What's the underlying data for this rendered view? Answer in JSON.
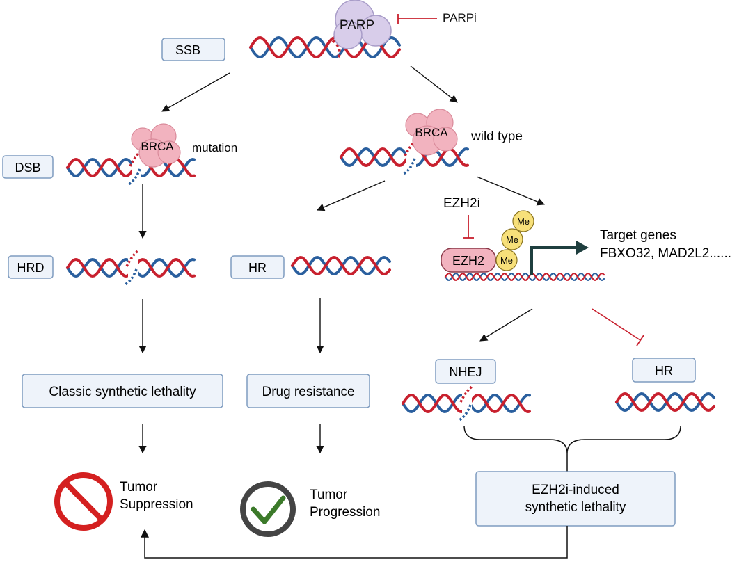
{
  "labels": {
    "parp": "PARP",
    "parpi": "PARPi",
    "ssb": "SSB",
    "dsb": "DSB",
    "brca_left": "BRCA",
    "mutation": "mutation",
    "brca_right": "BRCA",
    "wild_type": "wild type",
    "hrd": "HRD",
    "hr_mid": "HR",
    "ezh2i": "EZH2i",
    "ezh2": "EZH2",
    "me": "Me",
    "target_genes": "Target genes",
    "gene_list": "FBXO32, MAD2L2......",
    "classic_sl": "Classic synthetic lethality",
    "drug_resistance": "Drug resistance",
    "nhej": "NHEJ",
    "hr_right": "HR",
    "ezh2i_sl_line1": "EZH2i-induced",
    "ezh2i_sl_line2": "synthetic lethality",
    "tumor_suppression_line1": "Tumor",
    "tumor_suppression_line2": "Suppression",
    "tumor_progression_line1": "Tumor",
    "tumor_progression_line2": "Progression"
  },
  "colors": {
    "strand_red": "#c8202e",
    "strand_blue": "#2a5f9e",
    "box_fill": "#eef3fa",
    "box_stroke": "#7f9cc0",
    "parp_fill": "#d8cdea",
    "brca_fill": "#f2b3bf",
    "me_fill": "#f7e07a",
    "inhibit_red": "#c8202e",
    "arrow_dark": "#1f3f3f",
    "no_sign": "#d42020",
    "check_green": "#3c7a2a"
  },
  "icons": [
    "no-entry-icon",
    "check-circle-icon"
  ]
}
